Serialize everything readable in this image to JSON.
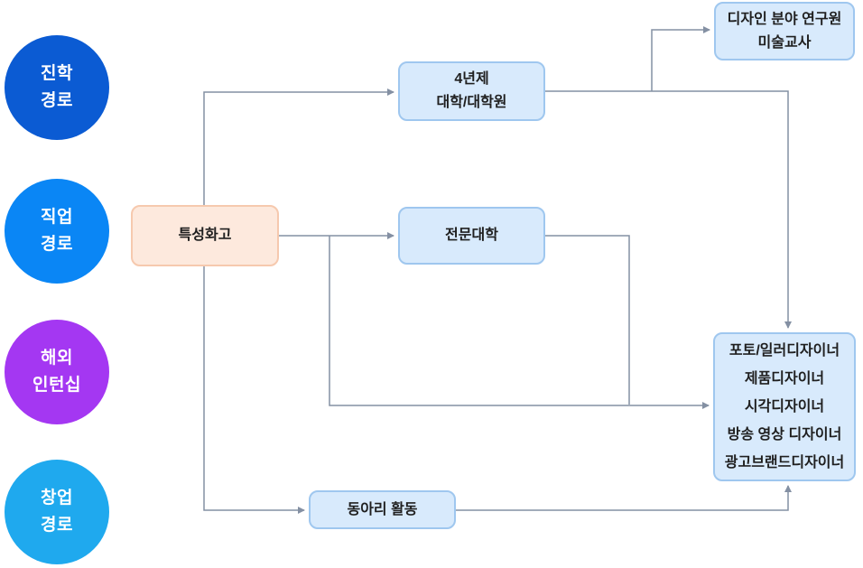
{
  "colors": {
    "circle_advancement": "#0B5BD3",
    "circle_career": "#0A86F5",
    "circle_internship": "#A437F2",
    "circle_startup": "#1FA9EE",
    "school_fill": "#FDE9DD",
    "school_border": "#F6C9AE",
    "node_fill": "#D8EAFC",
    "node_border": "#9FC7EF",
    "connector": "#8490A3",
    "node_text": "#1F1F1F",
    "circle_text": "#FFFFFF"
  },
  "circles": [
    {
      "id": "advancement-path",
      "line1": "진학",
      "line2": "경로",
      "color": "#0B5BD3"
    },
    {
      "id": "career-path",
      "line1": "직업",
      "line2": "경로",
      "color": "#0A86F5"
    },
    {
      "id": "overseas-internship",
      "line1": "해외",
      "line2": "인턴십",
      "color": "#A437F2"
    },
    {
      "id": "startup-path",
      "line1": "창업",
      "line2": "경로",
      "color": "#1FA9EE"
    }
  ],
  "nodes": {
    "school": {
      "label": "특성화고"
    },
    "university": {
      "line1": "4년제",
      "line2": "대학/대학원"
    },
    "college": {
      "label": "전문대학"
    },
    "researcher": {
      "line1": "디자인 분야 연구원",
      "line2": "미술교사"
    },
    "careers": {
      "lines": [
        "포토/일러디자이너",
        "제품디자이너",
        "시각디자이너",
        "방송 영상 디자이너",
        "광고브랜드디자이너"
      ]
    },
    "club": {
      "label": "동아리 활동"
    }
  }
}
